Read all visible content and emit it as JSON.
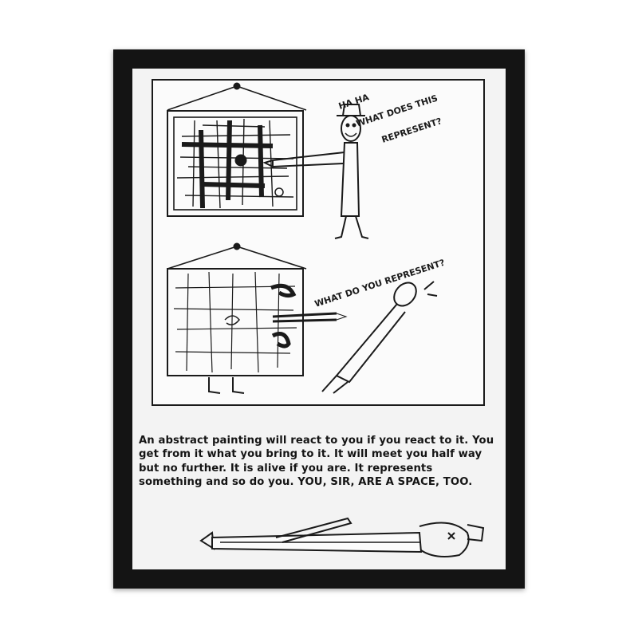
{
  "cartoon": {
    "speech_top_lines": [
      "HA HA",
      "WHAT DOES THIS",
      "REPRESENT?"
    ],
    "speech_bottom": "WHAT DO YOU REPRESENT?",
    "caption_body": "An abstract painting will react to you if you react to it. You get from it what you bring to it. It will meet you half way but no further. It is alive if you are. It represents something and so do you.",
    "caption_emphasis": "YOU, SIR, ARE A SPACE, TOO."
  },
  "colors": {
    "frame": "#141414",
    "mat": "#f3f3f3",
    "ink": "#1a1a1a",
    "paper": "#fbfbfb"
  }
}
